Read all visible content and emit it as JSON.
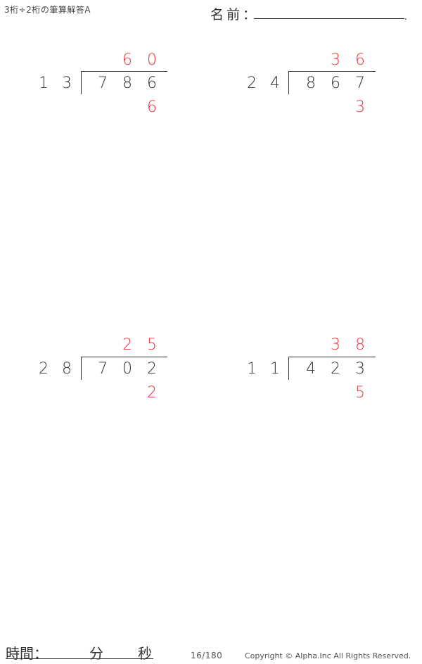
{
  "header": {
    "title": "3桁÷2桁の筆算解答A",
    "name_label": "名前：",
    "name_dot": "."
  },
  "problems": [
    {
      "divisor": [
        "1",
        "3"
      ],
      "dividend": [
        "7",
        "8",
        "6"
      ],
      "quotient": [
        "6",
        "0"
      ],
      "remainder": "6"
    },
    {
      "divisor": [
        "2",
        "4"
      ],
      "dividend": [
        "8",
        "6",
        "7"
      ],
      "quotient": [
        "3",
        "6"
      ],
      "remainder": "3"
    },
    {
      "divisor": [
        "2",
        "8"
      ],
      "dividend": [
        "7",
        "0",
        "2"
      ],
      "quotient": [
        "2",
        "5"
      ],
      "remainder": "2"
    },
    {
      "divisor": [
        "1",
        "1"
      ],
      "dividend": [
        "4",
        "2",
        "3"
      ],
      "quotient": [
        "3",
        "8"
      ],
      "remainder": "5"
    }
  ],
  "footer": {
    "time_label": "時間：",
    "minutes_label": "分",
    "seconds_label": "秒",
    "page": "16/180",
    "copyright": "Copyright © Alpha.Inc All Rights Reserved."
  },
  "colors": {
    "answer": "#e8333a",
    "text": "#333333"
  }
}
